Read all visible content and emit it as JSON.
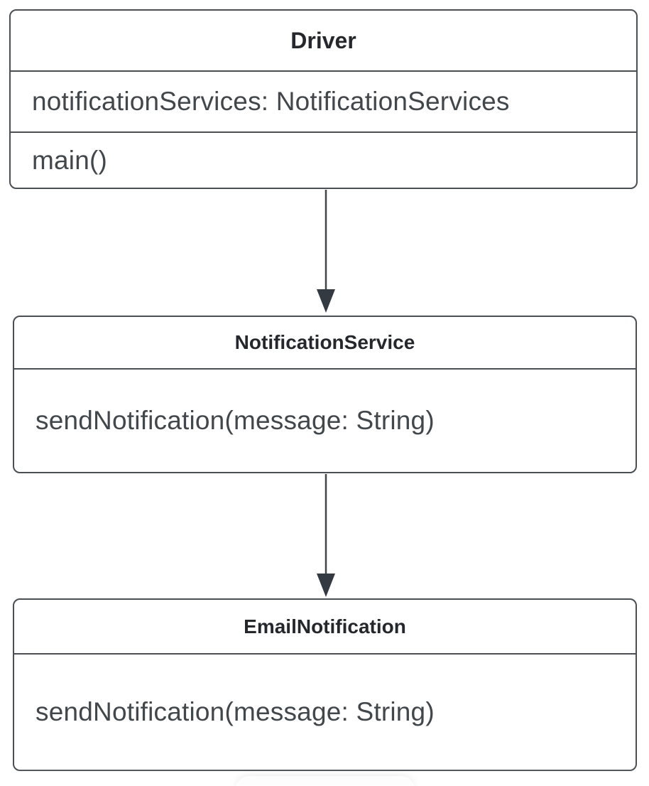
{
  "diagram": {
    "type": "uml-class-diagram",
    "classes": [
      {
        "name": "Driver",
        "attributes": [
          "notificationServices: NotificationServices"
        ],
        "methods": [
          "main()"
        ]
      },
      {
        "name": "NotificationService",
        "attributes": [],
        "methods": [
          "sendNotification(message: String)"
        ]
      },
      {
        "name": "EmailNotification",
        "attributes": [],
        "methods": [
          "sendNotification(message: String)"
        ]
      }
    ],
    "connectors": [
      {
        "from": "Driver",
        "to": "NotificationService",
        "style": "solid-line-filled-arrowhead",
        "direction": "down"
      },
      {
        "from": "NotificationService",
        "to": "EmailNotification",
        "style": "solid-line-filled-arrowhead",
        "direction": "down"
      }
    ],
    "colors": {
      "background": "#ffffff",
      "box_fill": "#ffffff",
      "box_border": "#4a4f54",
      "title_text": "#24282d",
      "body_text": "#42474c",
      "arrow_line": "#3e454d",
      "arrow_head": "#333a42"
    }
  }
}
